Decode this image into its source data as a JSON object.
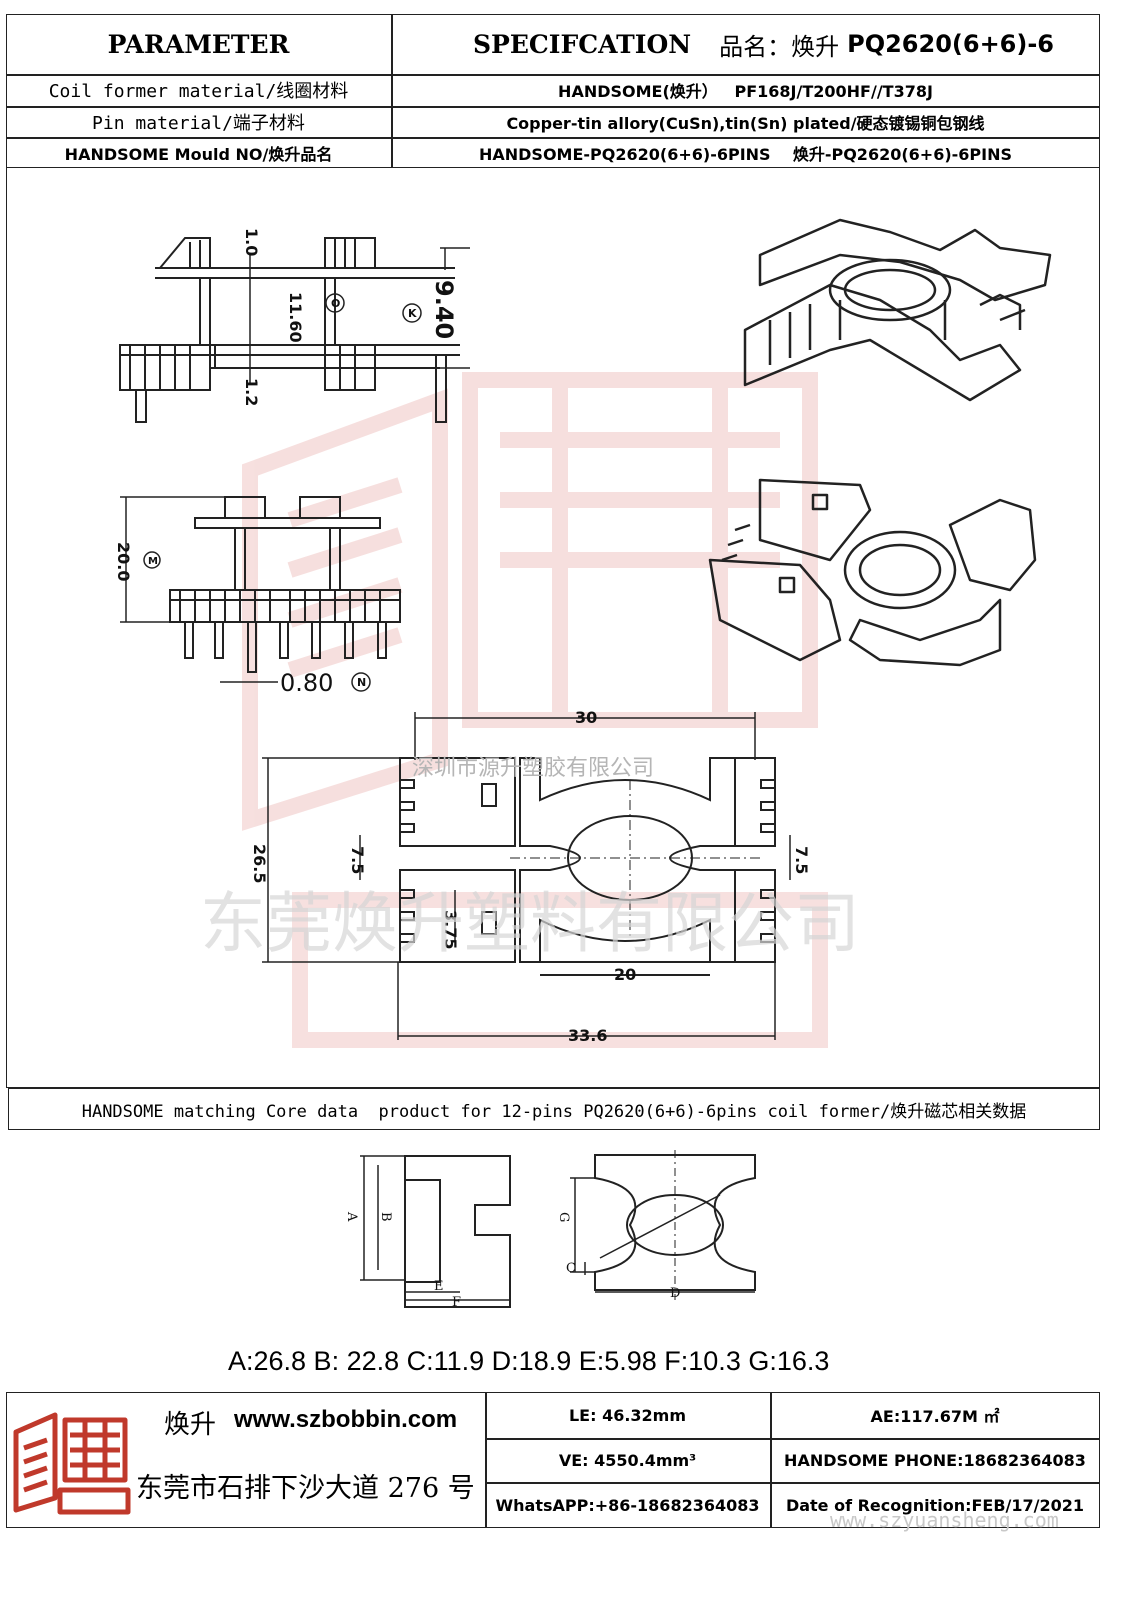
{
  "header": {
    "parameter_label": "PARAMETER",
    "spec_label": "SPECIFCATION",
    "product_name_label": "品名：焕升",
    "product_model": "PQ2620(6+6)-6"
  },
  "rows": [
    {
      "param": "Coil former material/线圈材料",
      "value": "HANDSOME(焕升）   PF168J/T200HF//T378J"
    },
    {
      "param": "Pin material/端子材料",
      "value": "Copper-tin allory(CuSn),tin(Sn) plated/硬态镀锡铜包钢线"
    },
    {
      "param": "HANDSOME Mould NO/焕升品名",
      "value": "HANDSOME-PQ2620(6+6)-6PINS    焕升-PQ2620(6+6)-6PINS"
    }
  ],
  "drawing": {
    "dims": {
      "d_1_0": "1.0",
      "d_11_60": "11.60",
      "d_9_40": "9.40",
      "d_1_2": "1.2",
      "d_20_0": "20.0",
      "d_0_80": "0.80",
      "d_30": "30",
      "d_26_5": "26.5",
      "d_7_5_left": "7.5",
      "d_7_5_right": "7.5",
      "d_3_75": "3.75",
      "d_20": "20",
      "d_33_6": "33.6"
    },
    "markers": {
      "k": "K",
      "m": "M",
      "n": "N",
      "o": "O"
    },
    "watermark_company_small": "深圳市源升塑胶有限公司",
    "watermark_company_large": "东莞焕升塑料有限公司"
  },
  "core_section": {
    "title": "HANDSOME matching Core data  product for 12-pins PQ2620(6+6)-6pins coil former/焕升磁芯相关数据",
    "core_labels": {
      "a": "A",
      "b": "B",
      "c": "C",
      "d": "D",
      "e": "E",
      "f": "F",
      "g": "G"
    },
    "values_line": "A:26.8 B: 22.8 C:11.9 D:18.9 E:5.98 F:10.3 G:16.3"
  },
  "footer": {
    "brand": "焕升",
    "website": "www.szbobbin.com",
    "address": "东莞市石排下沙大道 276 号",
    "le": "LE: 46.32mm",
    "ae": "AE:117.67M ㎡",
    "ve": "VE: 4550.4mm³",
    "phone": "HANDSOME PHONE:18682364083",
    "whatsapp": "WhatsAPP:+86-18682364083",
    "date": "Date of Recognition:FEB/17/2021",
    "watermark_url": "www.szyuansheng.com"
  },
  "colors": {
    "line": "#222222",
    "watermark_red": "#d9534f",
    "logo_red": "#c0392b"
  }
}
